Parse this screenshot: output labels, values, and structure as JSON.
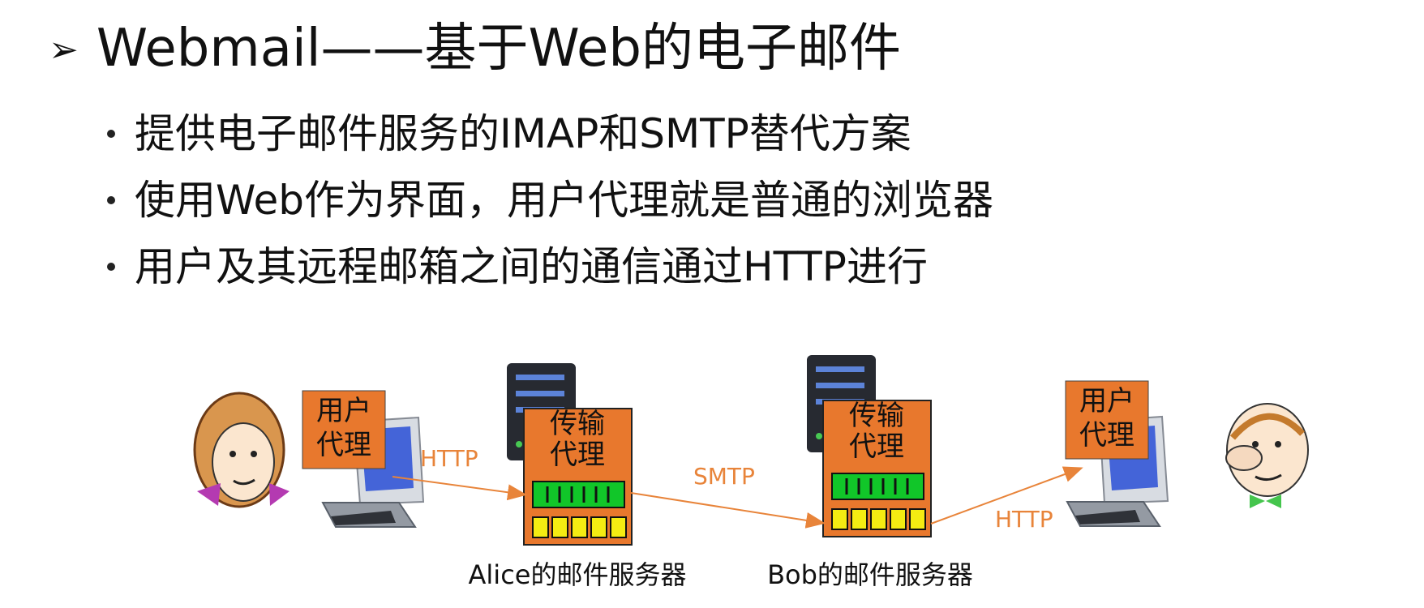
{
  "heading": {
    "marker": "➢",
    "text": "Webmail——基于Web的电子邮件"
  },
  "bullets": [
    "提供电子邮件服务的IMAP和SMTP替代方案",
    "使用Web作为界面，用户代理就是普通的浏览器",
    "用户及其远程邮箱之间的通信通过HTTP进行"
  ],
  "diagram": {
    "user_agent_line1": "用户",
    "user_agent_line2": "代理",
    "transfer_agent_line1": "传输",
    "transfer_agent_line2": "代理",
    "arrows": [
      "HTTP",
      "SMTP",
      "HTTP"
    ],
    "captions": [
      "Alice的邮件服务器",
      "Bob的邮件服务器"
    ],
    "colors": {
      "box_orange": "#e8782d",
      "arrow_orange": "#e8843a",
      "queue_green": "#11c629",
      "queue_yellow": "#f4ec12"
    }
  }
}
